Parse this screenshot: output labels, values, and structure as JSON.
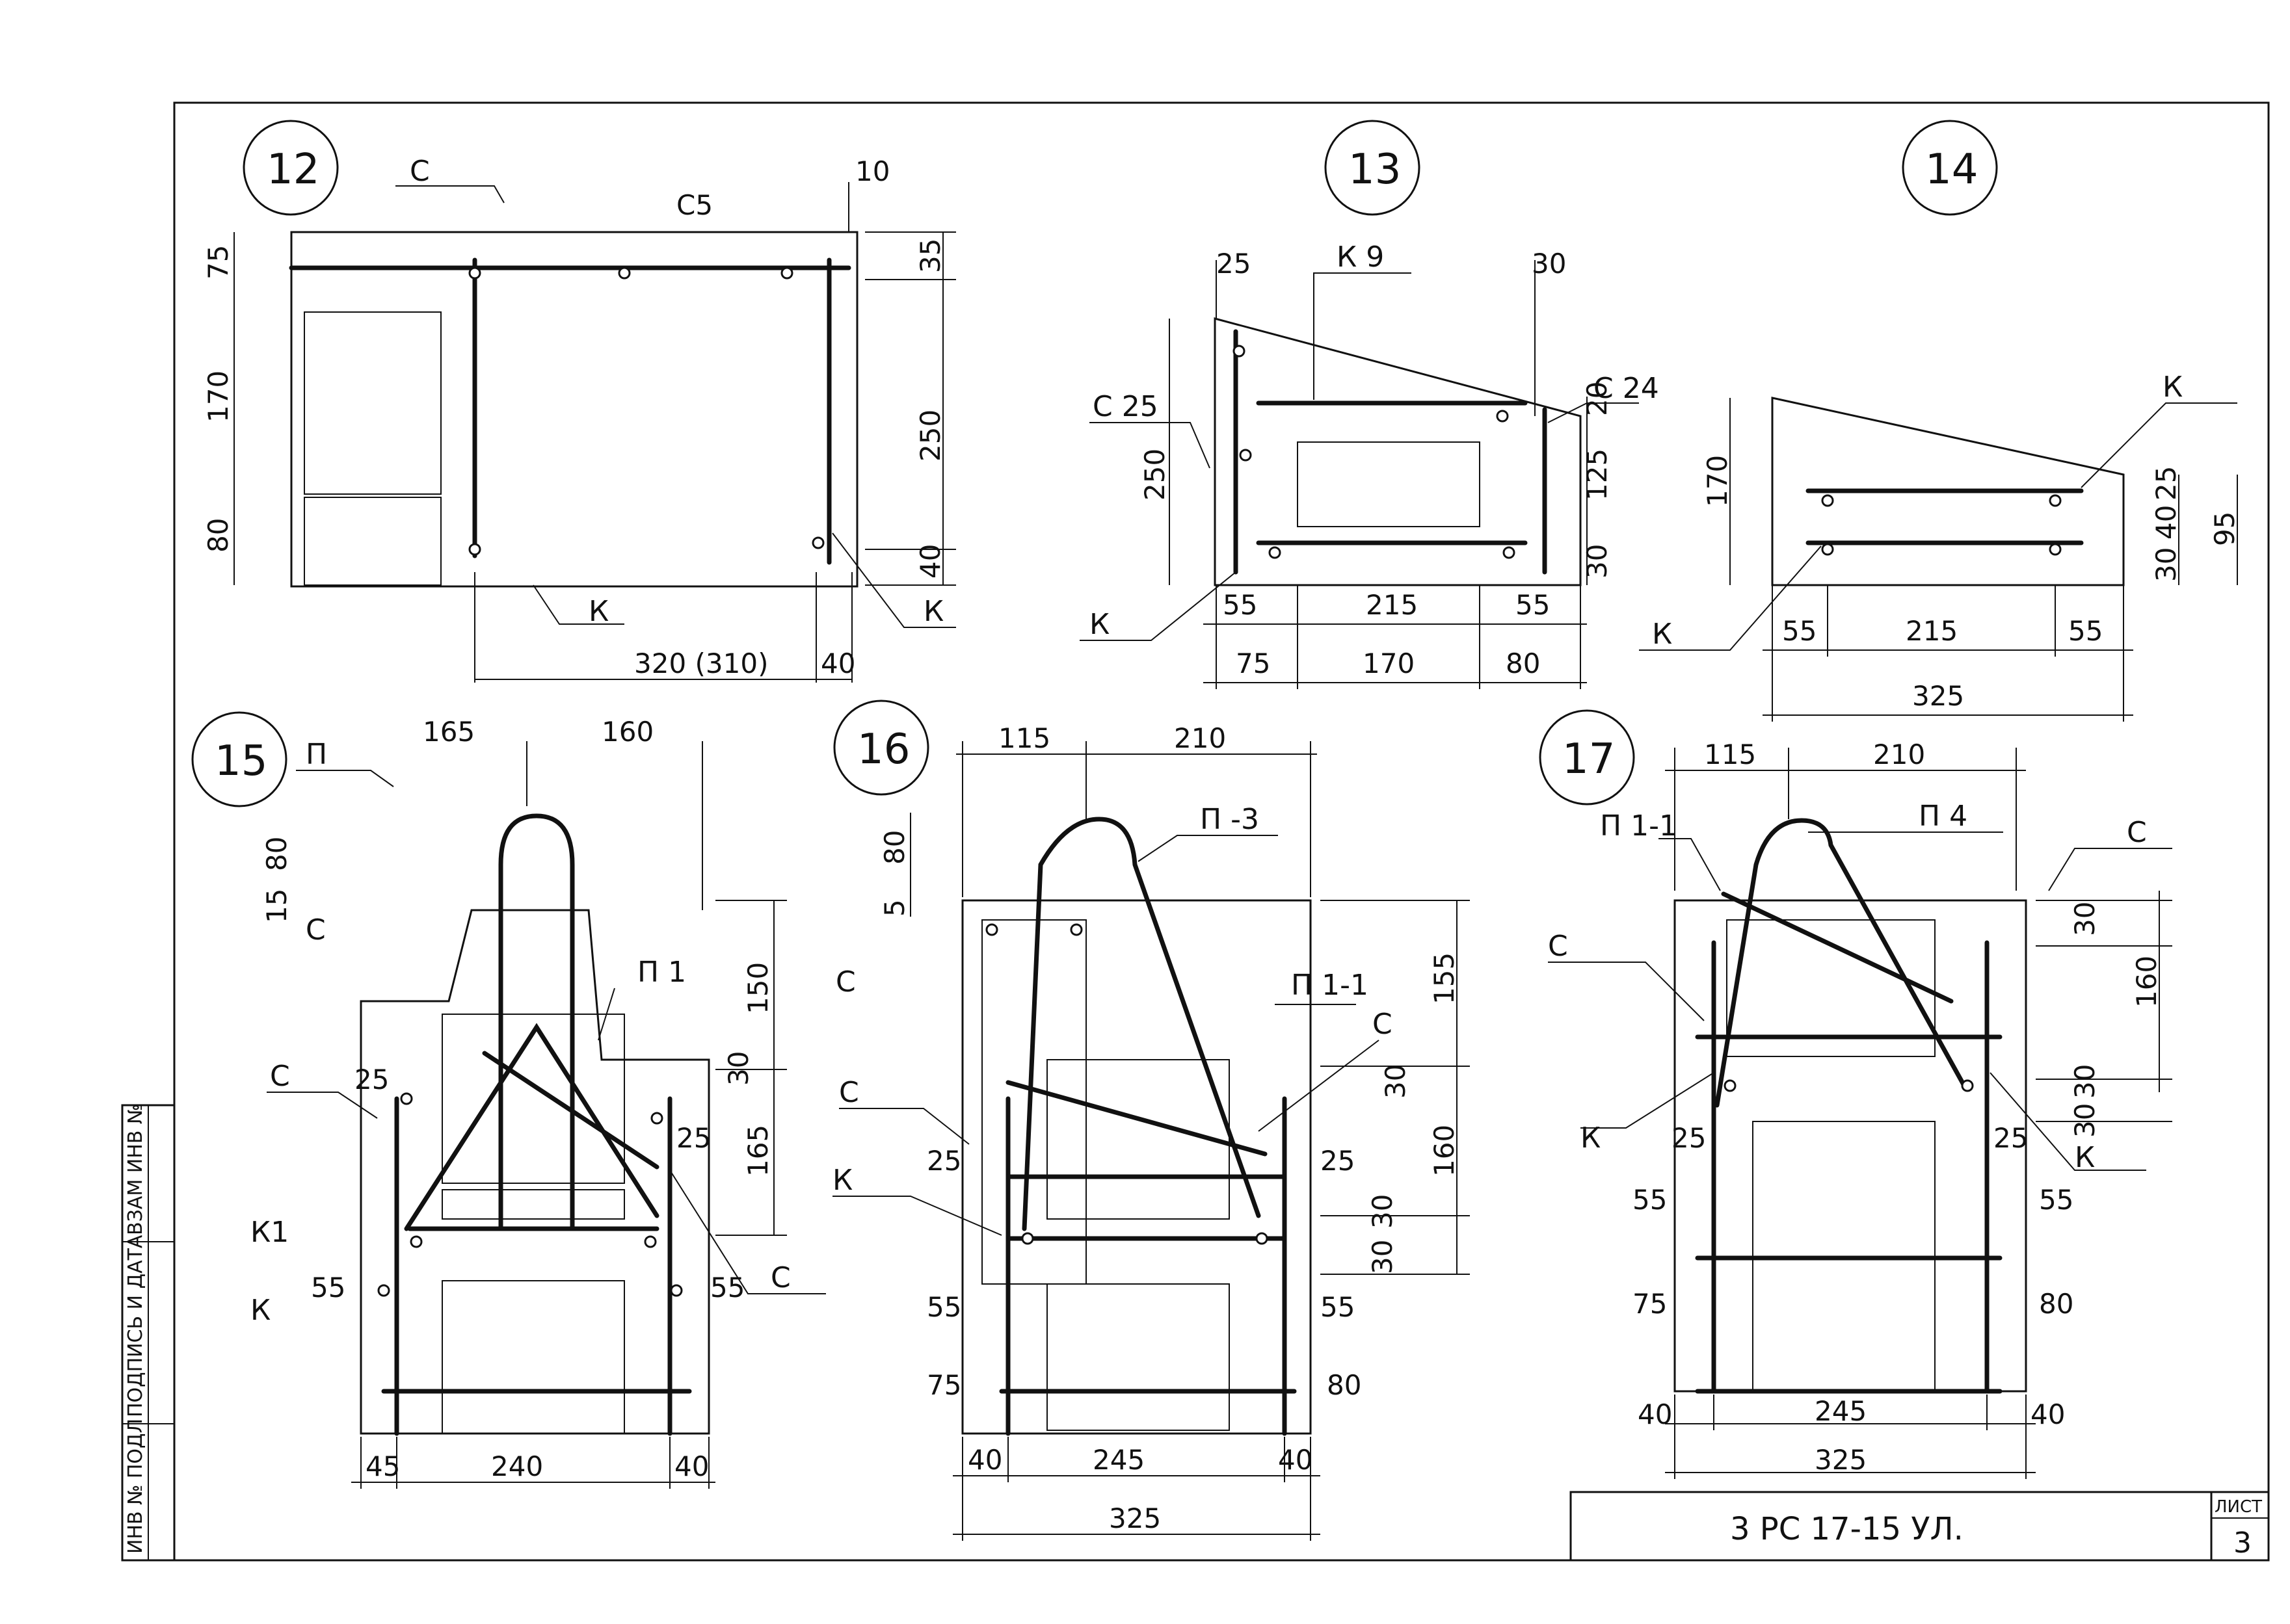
{
  "sheet": {
    "code": "3 РС 17-15 УЛ.",
    "sheet_label": "ЛИСТ",
    "sheet_number": "3",
    "side_stamp": [
      "ИНВ № ПОДЛ",
      "ПОДПИСЬ И ДАТА",
      "ВЗАМ ИНВ №"
    ]
  },
  "details": [
    {
      "number": "12",
      "labels": [
        "С",
        "К",
        "К"
      ],
      "dims": [
        "10",
        "С5",
        "35",
        "250",
        "40",
        "75",
        "170",
        "80",
        "320 (310)",
        "40"
      ]
    },
    {
      "number": "13",
      "labels": [
        "К 9",
        "С 25",
        "С 24",
        "К"
      ],
      "dims": [
        "25",
        "30",
        "250",
        "20",
        "125",
        "30",
        "55",
        "215",
        "55",
        "75",
        "170",
        "80"
      ]
    },
    {
      "number": "14",
      "labels": [
        "К",
        "К"
      ],
      "dims": [
        "170",
        "25",
        "40",
        "30",
        "95",
        "55",
        "215",
        "55",
        "325"
      ]
    },
    {
      "number": "15",
      "labels": [
        "П",
        "С",
        "П 1",
        "С",
        "К1",
        "К",
        "С"
      ],
      "dims": [
        "165",
        "160",
        "80",
        "15",
        "150",
        "25",
        "30",
        "25",
        "165",
        "55",
        "55",
        "45",
        "240",
        "40"
      ]
    },
    {
      "number": "16",
      "labels": [
        "П -3",
        "С",
        "П 1-1",
        "С",
        "С",
        "К"
      ],
      "dims": [
        "115",
        "210",
        "80",
        "5",
        "155",
        "30",
        "160",
        "30",
        "30",
        "25",
        "25",
        "55",
        "55",
        "75",
        "80",
        "40",
        "245",
        "40",
        "325"
      ]
    },
    {
      "number": "17",
      "labels": [
        "П 1-1",
        "П 4",
        "С",
        "С",
        "К",
        "К"
      ],
      "dims": [
        "115",
        "210",
        "30",
        "160",
        "30",
        "30",
        "25",
        "25",
        "55",
        "55",
        "75",
        "80",
        "40",
        "245",
        "40",
        "325"
      ]
    }
  ]
}
